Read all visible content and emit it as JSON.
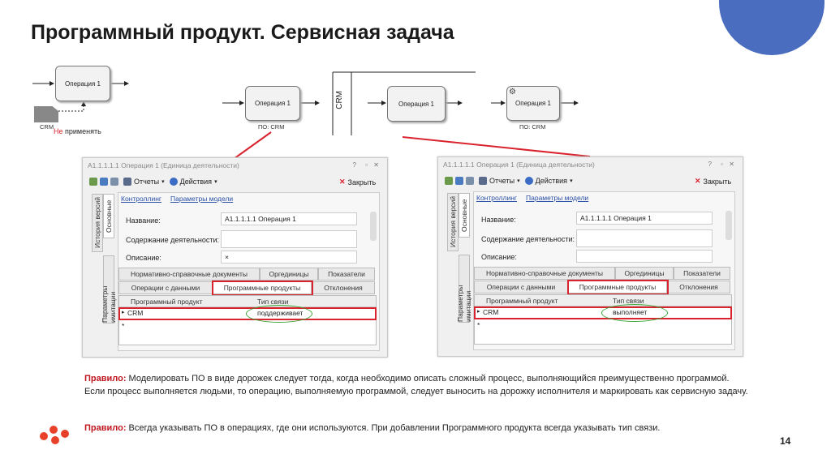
{
  "title": "Программный продукт. Сервисная задача",
  "diagram": {
    "left_op": "Операция 1",
    "doc_label": "CRM",
    "not_apply_prefix": "Не",
    "not_apply_rest": " применять",
    "mid_op": "Операция 1",
    "mid_caption": "ПО: CRM",
    "lane_label": "CRM",
    "lane_op": "Операция 1",
    "right_op": "Операция 1",
    "right_caption": "ПО: CRM"
  },
  "windows": [
    {
      "title": "А1.1.1.1.1 Операция 1 (Единица деятельности)",
      "help": "?",
      "pin": "▫",
      "close_x": "✕",
      "reports": "Отчеты",
      "actions": "Действия",
      "close": "Закрыть",
      "vtab_history": "История версий",
      "vtab_main": "Основные",
      "vtab_params": "Параметры имитации",
      "link_control": "Контроллинг",
      "link_params": "Параметры модели",
      "name_label": "Название:",
      "name_value": "А1.1.1.1.1 Операция 1",
      "content_label": "Содержание деятельности:",
      "desc_label": "Описание:",
      "desc_value": "×",
      "tabs_row1": [
        "Нормативно-справочные документы",
        "Оргединицы",
        "Показатели"
      ],
      "tabs_row2": [
        "Операции с данными",
        "Программные продукты",
        "Отклонения"
      ],
      "col_product": "Программный продукт",
      "col_type": "Тип связи",
      "row_product": "CRM",
      "row_type": "поддерживает",
      "row_marker": "▸",
      "new_marker": "*"
    },
    {
      "title": "А1.1.1.1.1 Операция 1 (Единица деятельности)",
      "help": "?",
      "pin": "▫",
      "close_x": "✕",
      "reports": "Отчеты",
      "actions": "Действия",
      "close": "Закрыть",
      "vtab_history": "История версий",
      "vtab_main": "Основные",
      "vtab_params": "Параметры имитации",
      "link_control": "Контроллинг",
      "link_params": "Параметры модели",
      "name_label": "Название:",
      "name_value": "А1.1.1.1.1 Операция 1",
      "content_label": "Содержание деятельности:",
      "desc_label": "Описание:",
      "desc_value": "",
      "tabs_row1": [
        "Нормативно-справочные документы",
        "Оргединицы",
        "Показатели"
      ],
      "tabs_row2": [
        "Операции с данными",
        "Программные продукты",
        "Отклонения"
      ],
      "col_product": "Программный продукт",
      "col_type": "Тип связи",
      "row_product": "CRM",
      "row_type": "выполняет",
      "row_marker": "▸",
      "new_marker": "*"
    }
  ],
  "rules": {
    "rule1_label": "Правило:",
    "rule1_text": " Моделировать ПО в виде дорожек следует тогда, когда необходимо описать сложный процесс, выполняющийся преимущественно программой. Если процесс выполняется людьми, то операцию, выполняемую программой, следует выносить на дорожку исполнителя и маркировать как сервисную задачу.",
    "rule2_label": "Правило:",
    "rule2_text": " Всегда указывать ПО в операциях, где они используются. При добавлении Программного продукта всегда указывать тип связи."
  },
  "page_number": "14",
  "colors": {
    "accent_blue": "#4a6dbf",
    "red": "#d9232d",
    "green": "#3aa538"
  }
}
